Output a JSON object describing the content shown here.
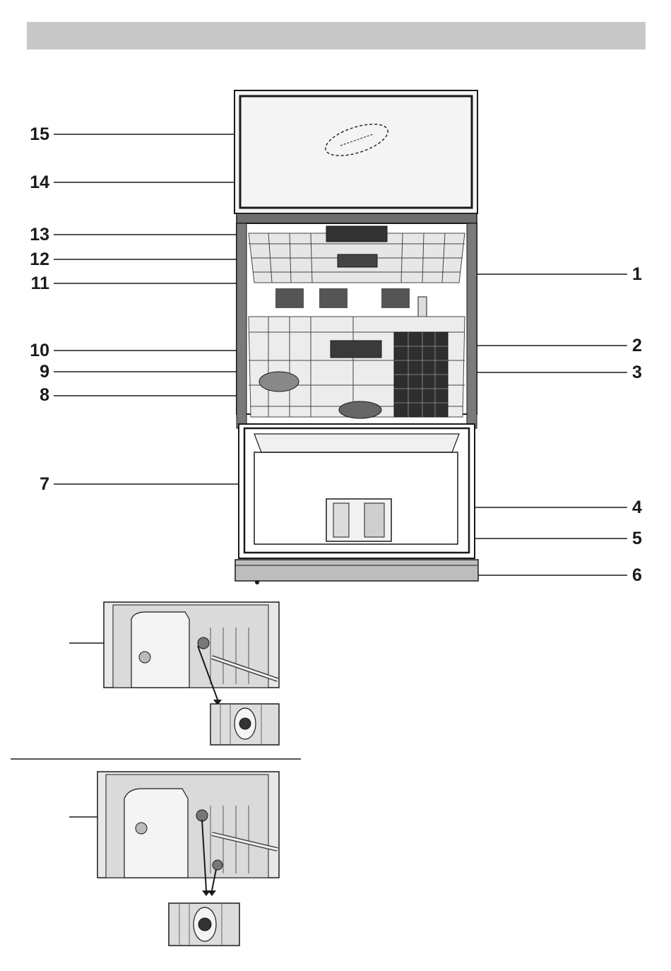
{
  "header": {
    "title": ""
  },
  "callouts": {
    "left": [
      "15",
      "14",
      "13",
      "12",
      "11",
      "10",
      "9",
      "8",
      "7"
    ],
    "right": [
      "1",
      "2",
      "3",
      "4",
      "5",
      "6"
    ]
  },
  "colors": {
    "header_bar": "#c8c8c8",
    "line": "#1a1a1a",
    "panel_fill": "#e8e8e8"
  },
  "icons": [
    "dishwasher-front-view",
    "spray-arm-detail",
    "filter-detail"
  ]
}
